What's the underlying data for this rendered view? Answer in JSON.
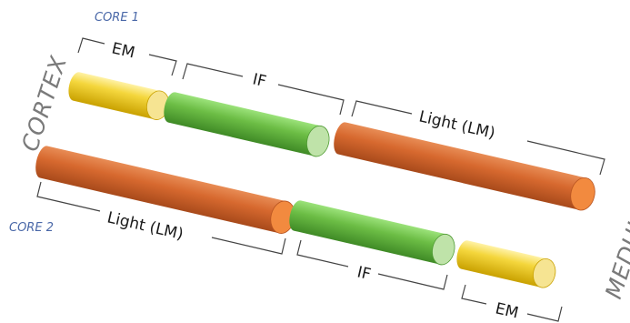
{
  "labels": {
    "core1": "CORE 1",
    "core2": "CORE 2",
    "cortex": "CORTEX",
    "medulla": "MEDULLA"
  },
  "brackets": {
    "core1_em": "EM",
    "core1_if": "IF",
    "core1_lm": "Light (LM)",
    "core2_lm": "Light (LM)",
    "core2_if": "IF",
    "core2_em": "EM"
  },
  "colors": {
    "em_yellow": "#f2cf1f",
    "if_green": "#6cbd45",
    "lm_orange": "#d7692f"
  }
}
